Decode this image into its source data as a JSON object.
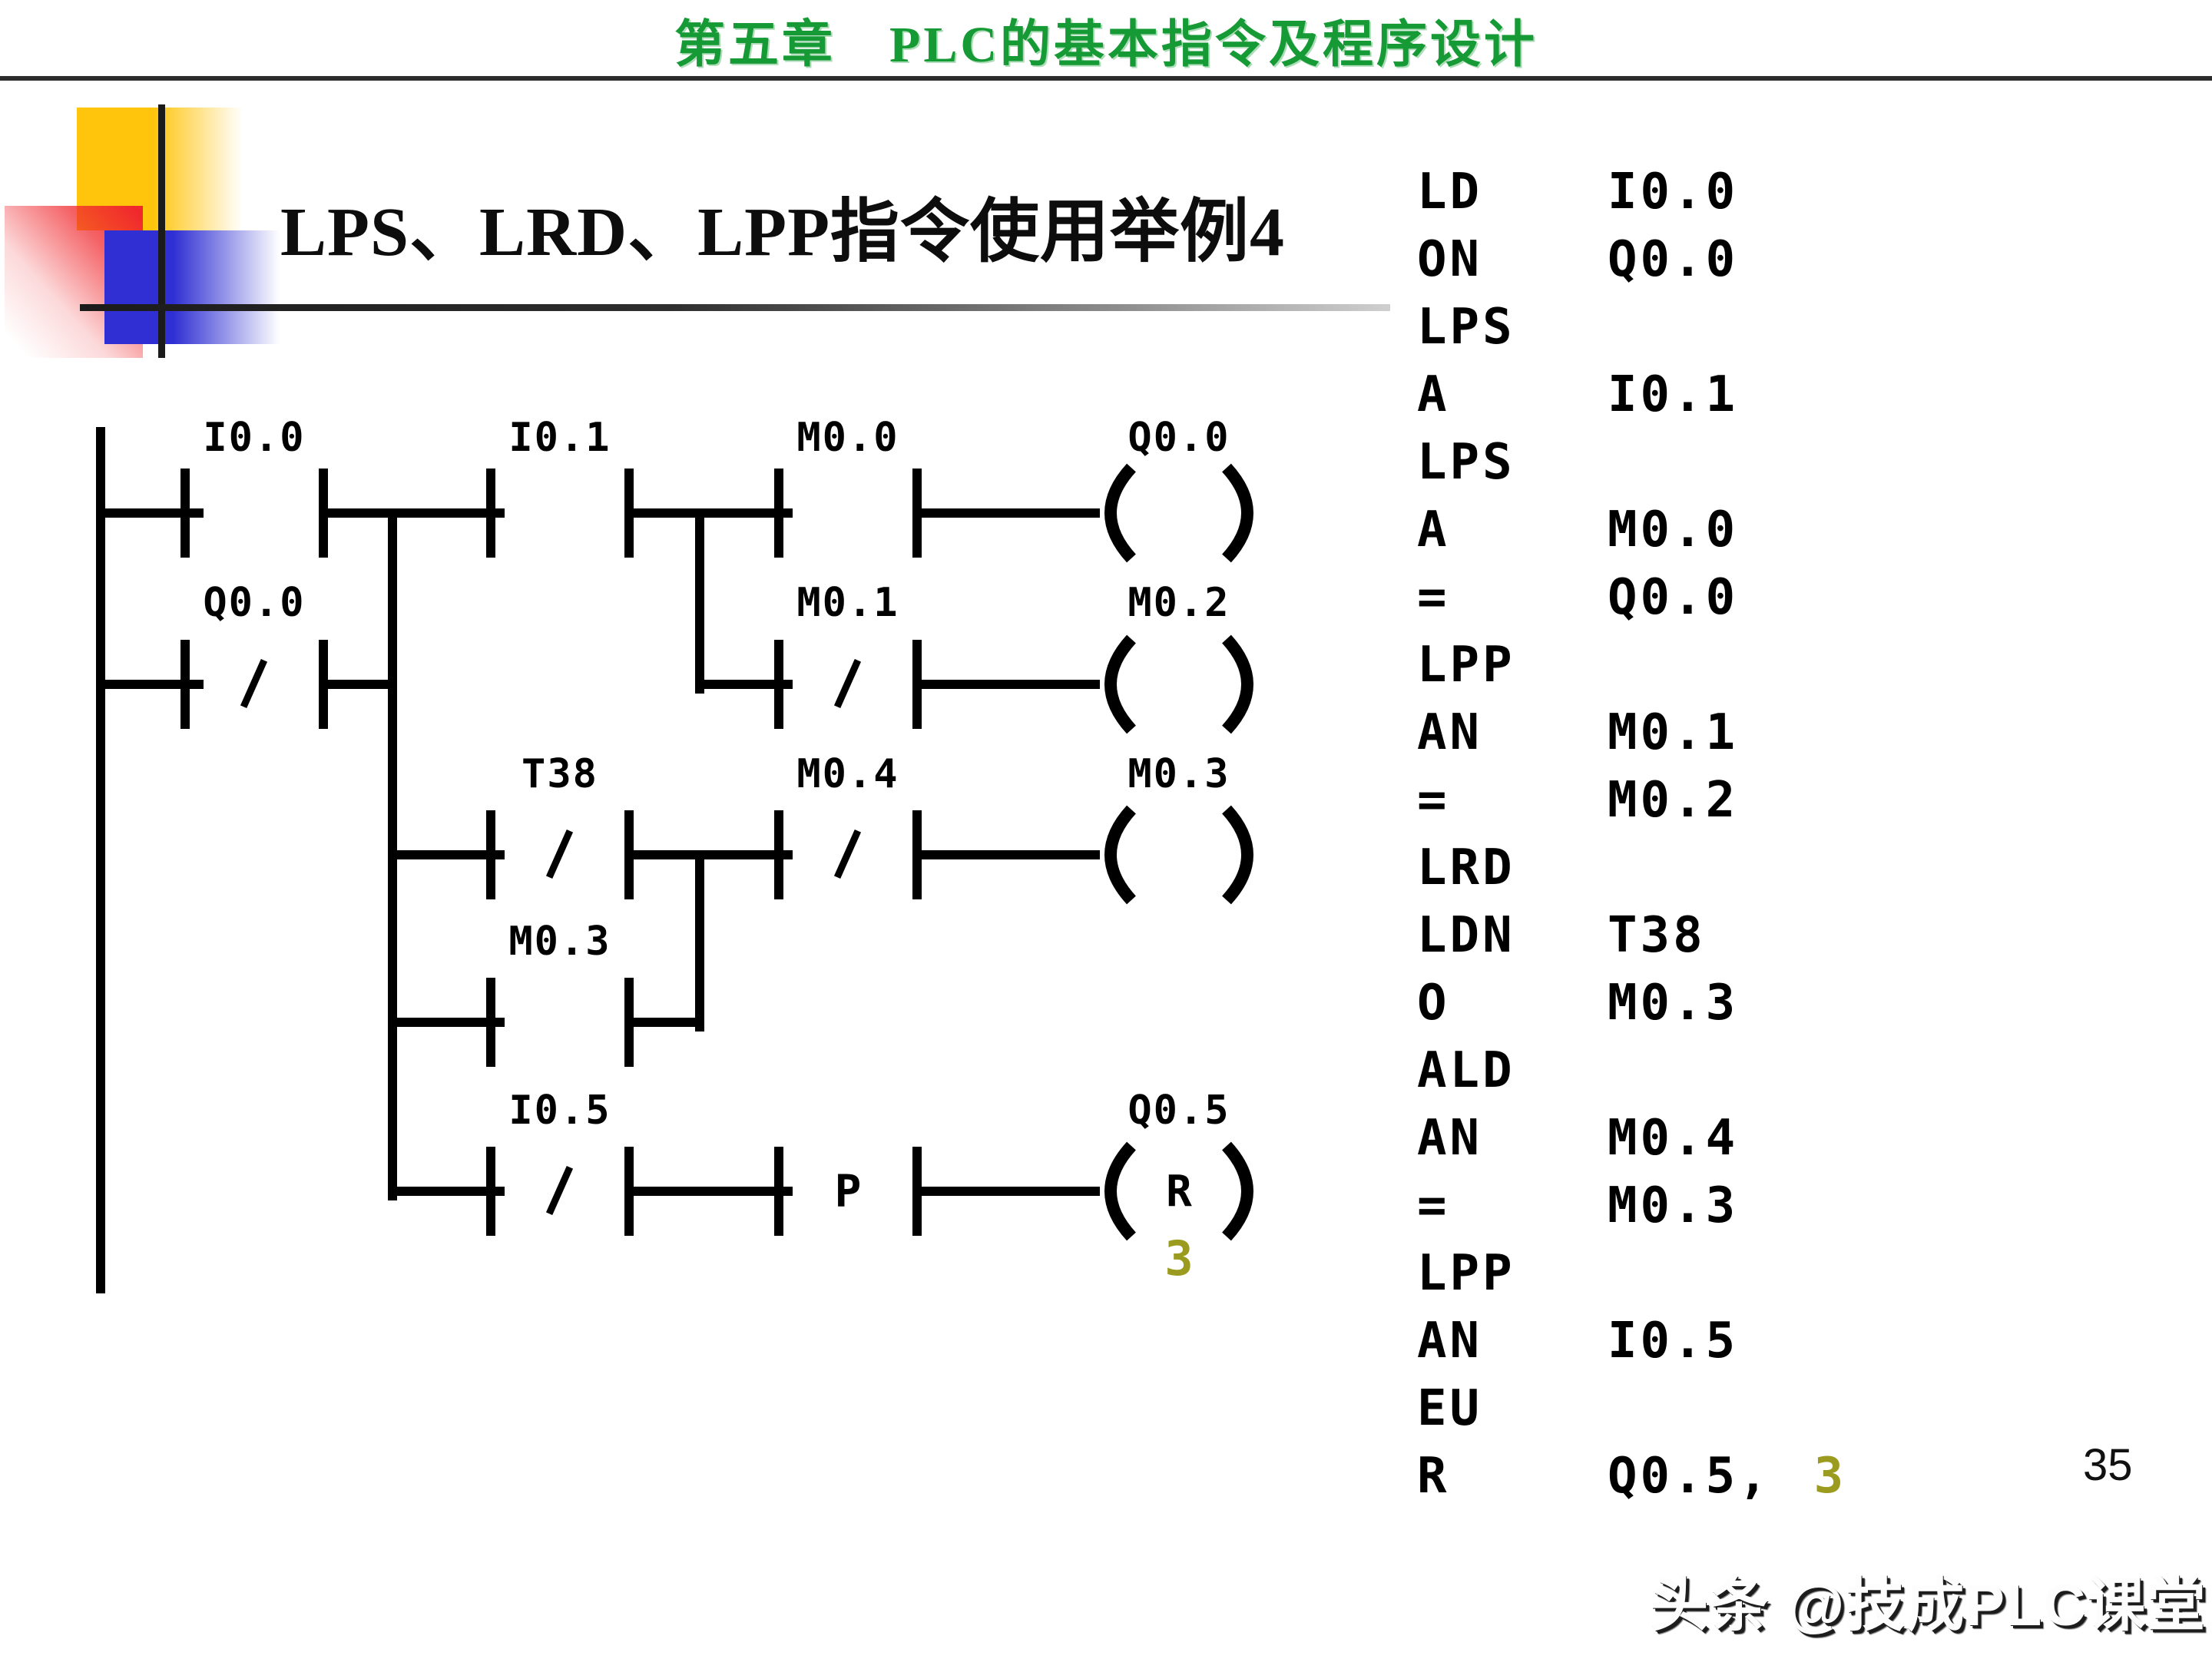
{
  "header": {
    "title": "第五章　PLC的基本指令及程序设计"
  },
  "slide": {
    "title": "LPS、LRD、LPP指令使用举例4",
    "page_number": "35",
    "watermark": "头条 @技成PLC课堂"
  },
  "colors": {
    "header_green": "#169a35",
    "operand_highlight_olive": "#9b9b20",
    "deco_yellow": "#ffc40c",
    "deco_red": "#f0282d",
    "deco_blue": "#2f2fd3",
    "line_black": "#000000"
  },
  "ladder": {
    "rung1": {
      "contact1": "I0.0",
      "contact2": "I0.1",
      "contact3": "M0.0",
      "coil": "Q0.0"
    },
    "rung2": {
      "contact1": "Q0.0",
      "contact3": "M0.1",
      "coil": "M0.2"
    },
    "rung3": {
      "contact2": "T38",
      "contact3": "M0.4",
      "coil": "M0.3"
    },
    "rung4": {
      "contact2": "M0.3"
    },
    "rung5": {
      "contact2": "I0.5",
      "edge_letter": "P",
      "coil": "Q0.5",
      "coil_letter": "R",
      "coil_param": "3"
    }
  },
  "instructions": {
    "rows": [
      {
        "op": "LD",
        "operand": "I0.0"
      },
      {
        "op": "ON",
        "operand": "Q0.0"
      },
      {
        "op": "LPS",
        "operand": ""
      },
      {
        "op": "A",
        "operand": "I0.1"
      },
      {
        "op": "LPS",
        "operand": ""
      },
      {
        "op": "A",
        "operand": "M0.0"
      },
      {
        "op": "=",
        "operand": "Q0.0"
      },
      {
        "op": "LPP",
        "operand": ""
      },
      {
        "op": "AN",
        "operand": "M0.1"
      },
      {
        "op": "=",
        "operand": "M0.2"
      },
      {
        "op": "LRD",
        "operand": ""
      },
      {
        "op": "LDN",
        "operand": "T38"
      },
      {
        "op": "O",
        "operand": "M0.3"
      },
      {
        "op": "ALD",
        "operand": ""
      },
      {
        "op": "AN",
        "operand": "M0.4"
      },
      {
        "op": "=",
        "operand": "M0.3"
      },
      {
        "op": "LPP",
        "operand": ""
      },
      {
        "op": "AN",
        "operand": "I0.5"
      },
      {
        "op": "EU",
        "operand": ""
      },
      {
        "op": "R",
        "operand": "Q0.5,",
        "param": "3"
      }
    ]
  }
}
